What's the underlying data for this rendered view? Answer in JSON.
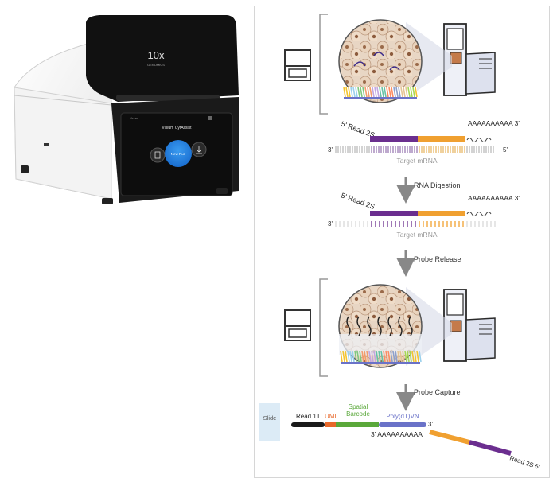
{
  "device": {
    "brand_logo": "10x",
    "brand_sub": "GENOMICS",
    "screen_title": "Visium CytAssist",
    "screen_corner": "Visium",
    "new_run_label": "New Run",
    "left_button_icon": "document-icon",
    "right_button_icon": "download-icon"
  },
  "diagram": {
    "probe_top": {
      "read_label": "5' Read 2S",
      "poly_a": "AAAAAAAAAA 3'",
      "mrna_left": "3'",
      "mrna_right": "5'",
      "mrna_label": "Target mRNA"
    },
    "step1_label": "RNA Digestion",
    "probe_mid": {
      "read_label": "5' Read 2S",
      "poly_a": "AAAAAAAAAA 3'",
      "mrna_left": "3'",
      "mrna_label": "Target mRNA"
    },
    "step2_label": "Probe Release",
    "step3_label": "Probe Capture",
    "capture": {
      "slide_label": "Slide",
      "read1t": "Read 1T",
      "umi": "UMI",
      "spatial_barcode_line1": "Spatial",
      "spatial_barcode_line2": "Barcode",
      "polydt": "Poly(dT)VN",
      "three_prime": "3'",
      "captured_poly_a": "3' AAAAAAAAAA",
      "read2s_end": "Read 2S 5'"
    },
    "colors": {
      "purple": "#6b2e8f",
      "orange": "#f0a030",
      "green": "#5aa83a",
      "umi_orange": "#e8682a",
      "blue_polydt": "#6a72c8",
      "slide_blue": "#dcebf6",
      "arrow_gray": "#888888"
    }
  }
}
